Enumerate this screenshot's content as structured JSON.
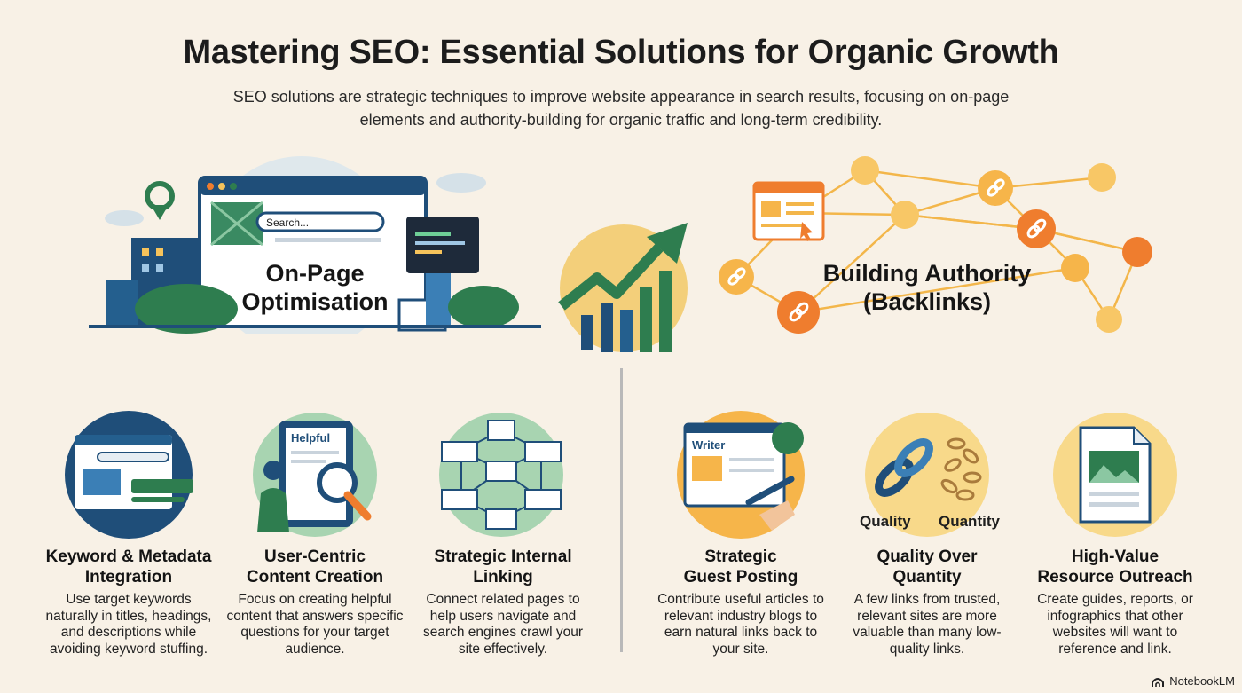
{
  "header": {
    "title": "Mastering SEO: Essential Solutions for Organic Growth",
    "subtitle": "SEO solutions are strategic techniques to improve website appearance in search results, focusing on on-page elements and authority-building for organic traffic and long-term credibility."
  },
  "hero": {
    "left": {
      "label_line1": "On-Page",
      "label_line2": "Optimisation",
      "search_placeholder": "Search...",
      "icon": "browser-window-icon"
    },
    "center": {
      "icon": "growth-arrow-icon"
    },
    "right": {
      "label_line1": "Building Authority",
      "label_line2": "(Backlinks)",
      "icon": "link-network-icon"
    }
  },
  "cards": [
    {
      "title_line1": "Keyword & Metadata",
      "title_line2": "Integration",
      "description": "Use target keywords naturally in titles, headings, and descriptions while avoiding keyword stuffing.",
      "icon": "keyword-browser-icon"
    },
    {
      "title_line1": "User-Centric",
      "title_line2": "Content Creation",
      "description": "Focus on creating helpful content that answers specific questions for your target audience.",
      "icon_text": "Helpful",
      "icon": "magnifier-icon"
    },
    {
      "title_line1": "Strategic Internal",
      "title_line2": "Linking",
      "description": "Connect related pages to help users navigate and search engines crawl your site effectively.",
      "icon": "site-map-icon"
    },
    {
      "title_line1": "Strategic",
      "title_line2": "Guest Posting",
      "description": "Contribute useful articles to relevant industry blogs to earn natural links back to your site.",
      "icon_text": "Writer",
      "icon": "pen-icon"
    },
    {
      "title_line1": "Quality Over",
      "title_line2": "Quantity",
      "description": "A few links from trusted, relevant sites are more valuable than many low-quality links.",
      "label_quality": "Quality",
      "label_quantity": "Quantity",
      "icon": "chain-icon"
    },
    {
      "title_line1": "High-Value",
      "title_line2": "Resource Outreach",
      "description": "Create guides, reports, or infographics that other websites will want to reference and link.",
      "icon": "document-icon"
    }
  ],
  "footer": {
    "brand": "NotebookLM"
  },
  "colors": {
    "background": "#f8f1e6",
    "navy": "#1f4e79",
    "green": "#2e7d4f",
    "orange": "#ef7d2e",
    "gold": "#f6c35b"
  }
}
